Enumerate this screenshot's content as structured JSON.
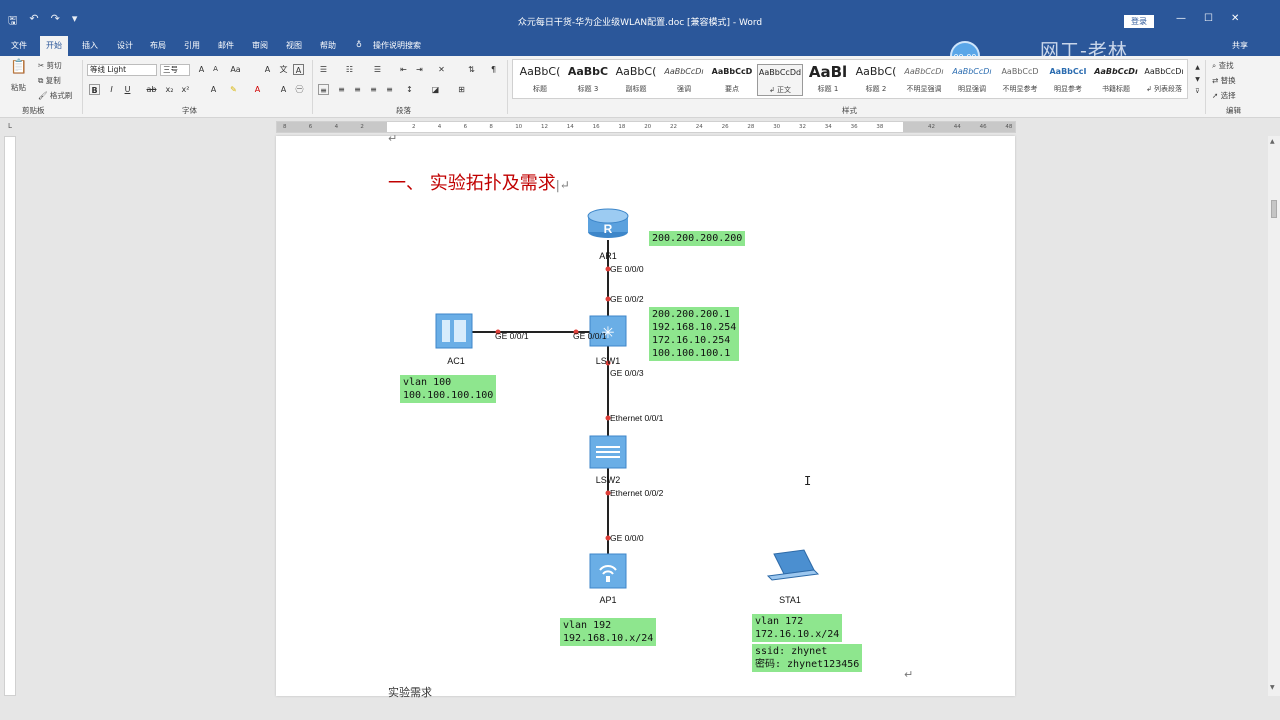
{
  "titlebar": {
    "title": "众元每日干货-华为企业级WLAN配置.doc [兼容模式] - Word",
    "login_label": "登录",
    "restore_icon": "ribbon-display-icon",
    "minimize": "—",
    "maximize": "☐",
    "close": "✕"
  },
  "tabs": {
    "items": [
      "文件",
      "开始",
      "插入",
      "设计",
      "布局",
      "引用",
      "邮件",
      "审阅",
      "视图",
      "帮助"
    ],
    "tell_me": "操作说明搜索",
    "share": "共享",
    "watermark": "网工-老林"
  },
  "timer": "00:00",
  "ribbon": {
    "clipboard": {
      "paste": "粘贴",
      "cut": "剪切",
      "copy": "复制",
      "format_painter": "格式刷",
      "group": "剪贴板"
    },
    "font": {
      "family": "等线 Light",
      "size": "三号",
      "group": "字体"
    },
    "paragraph": {
      "group": "段落"
    },
    "styles": {
      "group": "样式",
      "items": [
        {
          "sample": "AaBbC(",
          "name": "标题"
        },
        {
          "sample": "AaBbC",
          "name": "标题 3"
        },
        {
          "sample": "AaBbC(",
          "name": "副标题"
        },
        {
          "sample": "AaBbCcDı",
          "name": "强调"
        },
        {
          "sample": "AaBbCcD",
          "name": "要点"
        },
        {
          "sample": "AaBbCcDd",
          "name": "↲ 正文"
        },
        {
          "sample": "AaBl",
          "name": "标题 1"
        },
        {
          "sample": "AaBbC(",
          "name": "标题 2"
        },
        {
          "sample": "AaBbCcDı",
          "name": "不明显强调"
        },
        {
          "sample": "AaBbCcDı",
          "name": "明显强调"
        },
        {
          "sample": "AaBbCcD",
          "name": "不明显参考"
        },
        {
          "sample": "AaBbCcI",
          "name": "明显参考"
        },
        {
          "sample": "AaBbCcDı",
          "name": "书籍标题"
        },
        {
          "sample": "AaBbCcDı",
          "name": "↲ 列表段落"
        }
      ]
    },
    "editing": {
      "find": "查找",
      "replace": "替换",
      "select": "选择",
      "group": "编辑"
    }
  },
  "ruler": {
    "ticks": [
      "8",
      "6",
      "4",
      "2",
      "",
      "2",
      "4",
      "6",
      "8",
      "10",
      "12",
      "14",
      "16",
      "18",
      "20",
      "22",
      "24",
      "26",
      "28",
      "30",
      "32",
      "34",
      "36",
      "38",
      "",
      "42",
      "44",
      "46",
      "48"
    ]
  },
  "document": {
    "heading": "一、  实验拓扑及需求",
    "bottom_text": "实验需求"
  },
  "diagram": {
    "nodes": {
      "ar1": "AR1",
      "lsw1": "LSW1",
      "lsw2": "LSW2",
      "ac1": "AC1",
      "ap1": "AP1",
      "sta1": "STA1"
    },
    "ports": {
      "ar1_down": "GE 0/0/0",
      "lsw1_up": "GE 0/0/2",
      "ac1_right": "GE 0/0/1",
      "lsw1_left": "GE 0/0/1",
      "lsw1_down": "GE 0/0/3",
      "lsw2_up": "Ethernet 0/0/1",
      "lsw2_down": "Ethernet 0/0/2",
      "ap1_up": "GE 0/0/0"
    },
    "notes": {
      "ar1": "200.200.200.200",
      "lsw1": "200.200.200.1\n192.168.10.254\n172.16.10.254\n100.100.100.1",
      "ac1": "vlan 100\n100.100.100.100",
      "ap1": "vlan 192\n192.168.10.x/24",
      "sta1_vlan": "vlan 172\n172.16.10.x/24",
      "sta1_ssid": "ssid: zhynet\n密码: zhynet123456"
    }
  },
  "colors": {
    "title_bar": "#2b579a",
    "heading_red": "#c00000",
    "note_green": "#8ee68e",
    "port_dot": "#e0403a"
  }
}
